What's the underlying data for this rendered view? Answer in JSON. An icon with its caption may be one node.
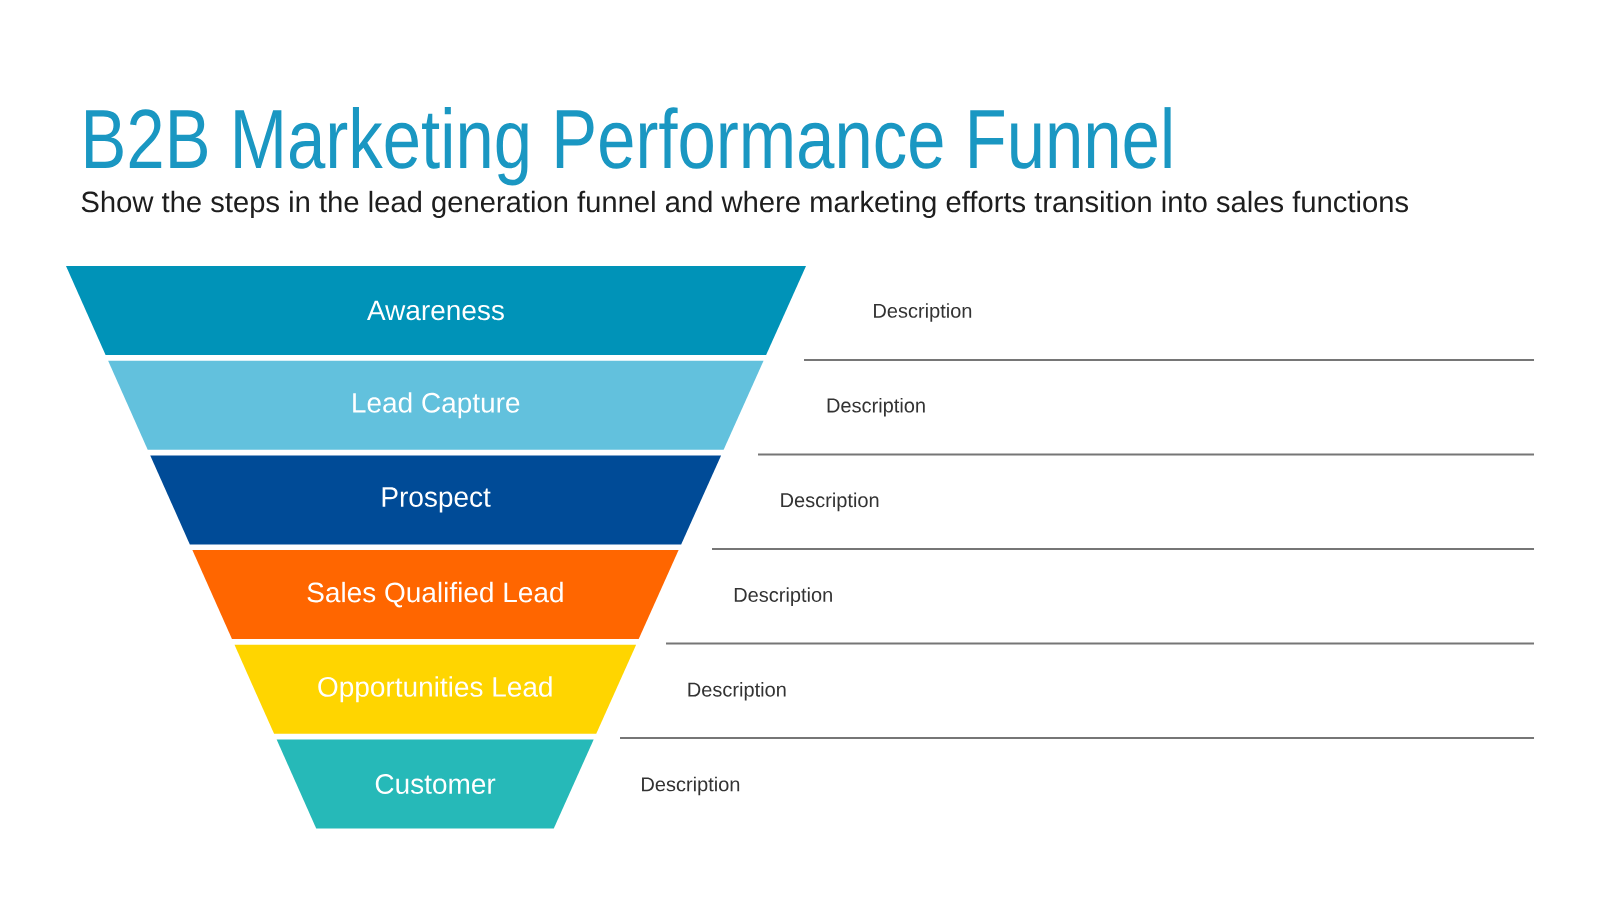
{
  "diagram": {
    "title": "B2B Marketing Performance Funnel",
    "nodes": [
      {
        "text": [
          "Awareness"
        ],
        "beside": [
          "Description"
        ]
      },
      {
        "text": [
          "Lead Capture"
        ],
        "beside": [
          "Description"
        ]
      },
      {
        "text": [
          "Prospect"
        ],
        "beside": [
          "Description"
        ]
      },
      {
        "text": [
          "Sales Qualified Lead"
        ],
        "beside": [
          "Description"
        ]
      },
      {
        "text": [
          "Opportunities Lead"
        ],
        "beside": [
          "Description"
        ]
      },
      {
        "text": [
          "Customer"
        ],
        "beside": [
          "Description"
        ]
      }
    ],
    "labels": [
      "Show the steps in the lead generation funnel and where marketing efforts transition into sales functions"
    ]
  }
}
